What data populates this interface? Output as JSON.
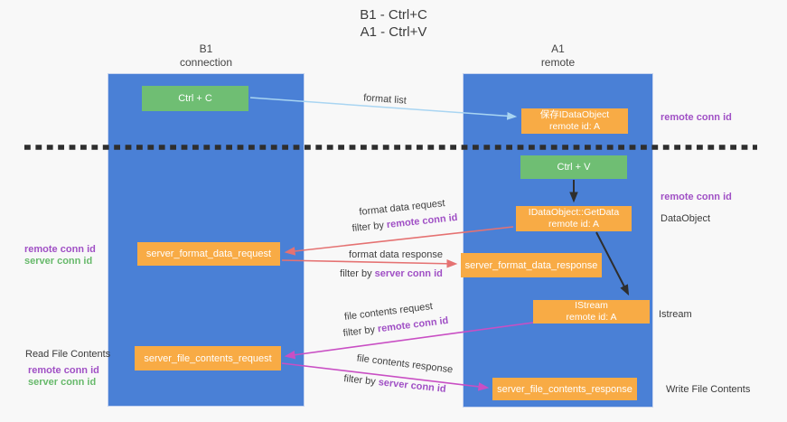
{
  "title": {
    "line1": "B1 - Ctrl+C",
    "line2": "A1 - Ctrl+V"
  },
  "lanes": {
    "b1": {
      "title": "B1",
      "subtitle": "connection"
    },
    "a1": {
      "title": "A1",
      "subtitle": "remote"
    }
  },
  "nodes": {
    "ctrl_c": {
      "label": "Ctrl + C"
    },
    "save_idataobject": {
      "line1": "保存IDataObject",
      "line2": "remote id: A"
    },
    "ctrl_v": {
      "label": "Ctrl + V"
    },
    "getdata": {
      "line1": "IDataObject::GetData",
      "line2": "remote id: A"
    },
    "server_format_data_request": {
      "label": "server_format_data_request"
    },
    "server_format_data_response": {
      "label": "server_format_data_response"
    },
    "istream": {
      "line1": "IStream",
      "line2": "remote id: A"
    },
    "server_file_contents_request": {
      "label": "server_file_contents_request"
    },
    "server_file_contents_response": {
      "label": "server_file_contents_response"
    }
  },
  "edge_labels": {
    "format_list": "format list",
    "format_data_request": "format data request",
    "format_data_request_filter_prefix": "filter by ",
    "format_data_request_filter_key": "remote conn id",
    "format_data_response": "format data response",
    "format_data_response_filter_prefix": "filter by ",
    "format_data_response_filter_key": "server conn id",
    "file_contents_request": "file contents request",
    "file_contents_request_filter_prefix": "filter by ",
    "file_contents_request_filter_key": "remote conn id",
    "file_contents_response": "file contents response",
    "file_contents_response_filter_prefix": "filter by ",
    "file_contents_response_filter_key": "server conn id"
  },
  "annotations": {
    "right_top_remote_conn_id": "remote conn id",
    "right_mid_remote_conn_id": "remote conn id",
    "right_dataobject": "DataObject",
    "right_istream": "Istream",
    "right_write_file_contents": "Write File Contents",
    "left_remote_conn_id_top": "remote conn id",
    "left_server_conn_id_top": "server conn id",
    "left_read_file_contents": "Read File Contents",
    "left_remote_conn_id_bottom": "remote conn id",
    "left_server_conn_id_bottom": "server conn id"
  },
  "colors": {
    "lane_blue": "#4a80d6",
    "box_green": "#6fbe73",
    "box_orange": "#f8ab45",
    "purple_text": "#a050c5",
    "green_text": "#67b96b",
    "red_arrow": "#e57272",
    "magenta_arrow": "#c94fc4",
    "light_blue_arrow": "#a9d5f2",
    "black_arrow": "#2e2e2e"
  }
}
